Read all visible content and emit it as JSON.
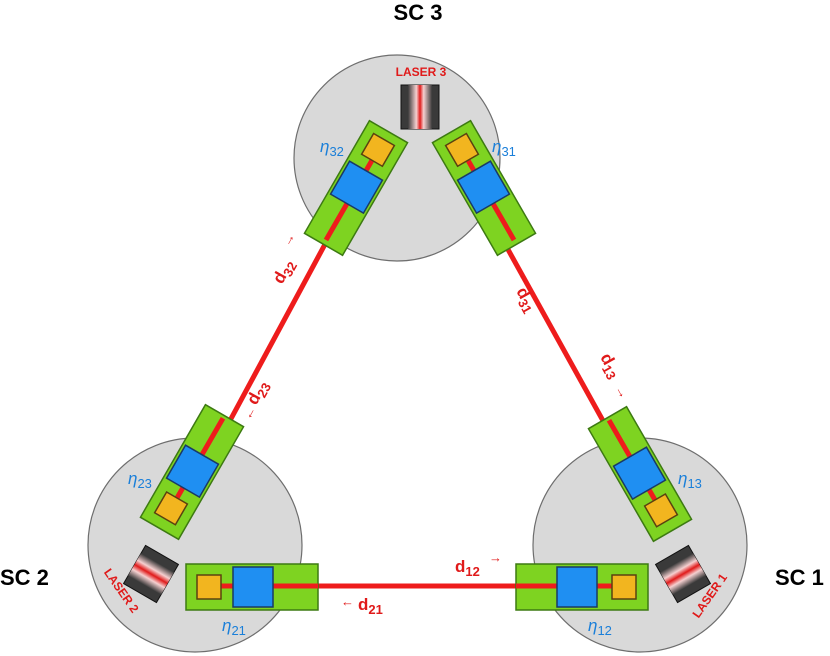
{
  "spacecraft": [
    {
      "id": "sc3",
      "label": "SC 3"
    },
    {
      "id": "sc2",
      "label": "SC 2"
    },
    {
      "id": "sc1",
      "label": "SC 1"
    }
  ],
  "lasers": {
    "laser3": "LASER 3",
    "laser2": "LASER 2",
    "laser1": "LASER 1"
  },
  "optical_benches": {
    "eta32": {
      "symbol": "η",
      "sub": "32"
    },
    "eta31": {
      "symbol": "η",
      "sub": "31"
    },
    "eta23": {
      "symbol": "η",
      "sub": "23"
    },
    "eta21": {
      "symbol": "η",
      "sub": "21"
    },
    "eta12": {
      "symbol": "η",
      "sub": "12"
    },
    "eta13": {
      "symbol": "η",
      "sub": "13"
    }
  },
  "arm_delays": {
    "d32": {
      "symbol": "d",
      "sub": "32",
      "arrow": "→"
    },
    "d23": {
      "symbol": "d",
      "sub": "23",
      "arrow": "←"
    },
    "d31": {
      "symbol": "d",
      "sub": "31",
      "arrow": "←"
    },
    "d13": {
      "symbol": "d",
      "sub": "13",
      "arrow": "→"
    },
    "d12": {
      "symbol": "d",
      "sub": "12",
      "arrow": "→"
    },
    "d21": {
      "symbol": "d",
      "sub": "21",
      "arrow": "←"
    }
  },
  "colors": {
    "spacecraft_fill": "#d9d9d9",
    "spacecraft_stroke": "#6e6e6e",
    "bench_green": "#7ed321",
    "bench_stroke": "#3d7a12",
    "test_mass_blue": "#1f8ff2",
    "telescope_orange": "#f2b51f",
    "laser_beam_red": "#ee1c1c",
    "laser_body_dark": "#3a3a3a",
    "eta_label_blue": "#1a7fd9",
    "red_label": "#e01a1a"
  }
}
